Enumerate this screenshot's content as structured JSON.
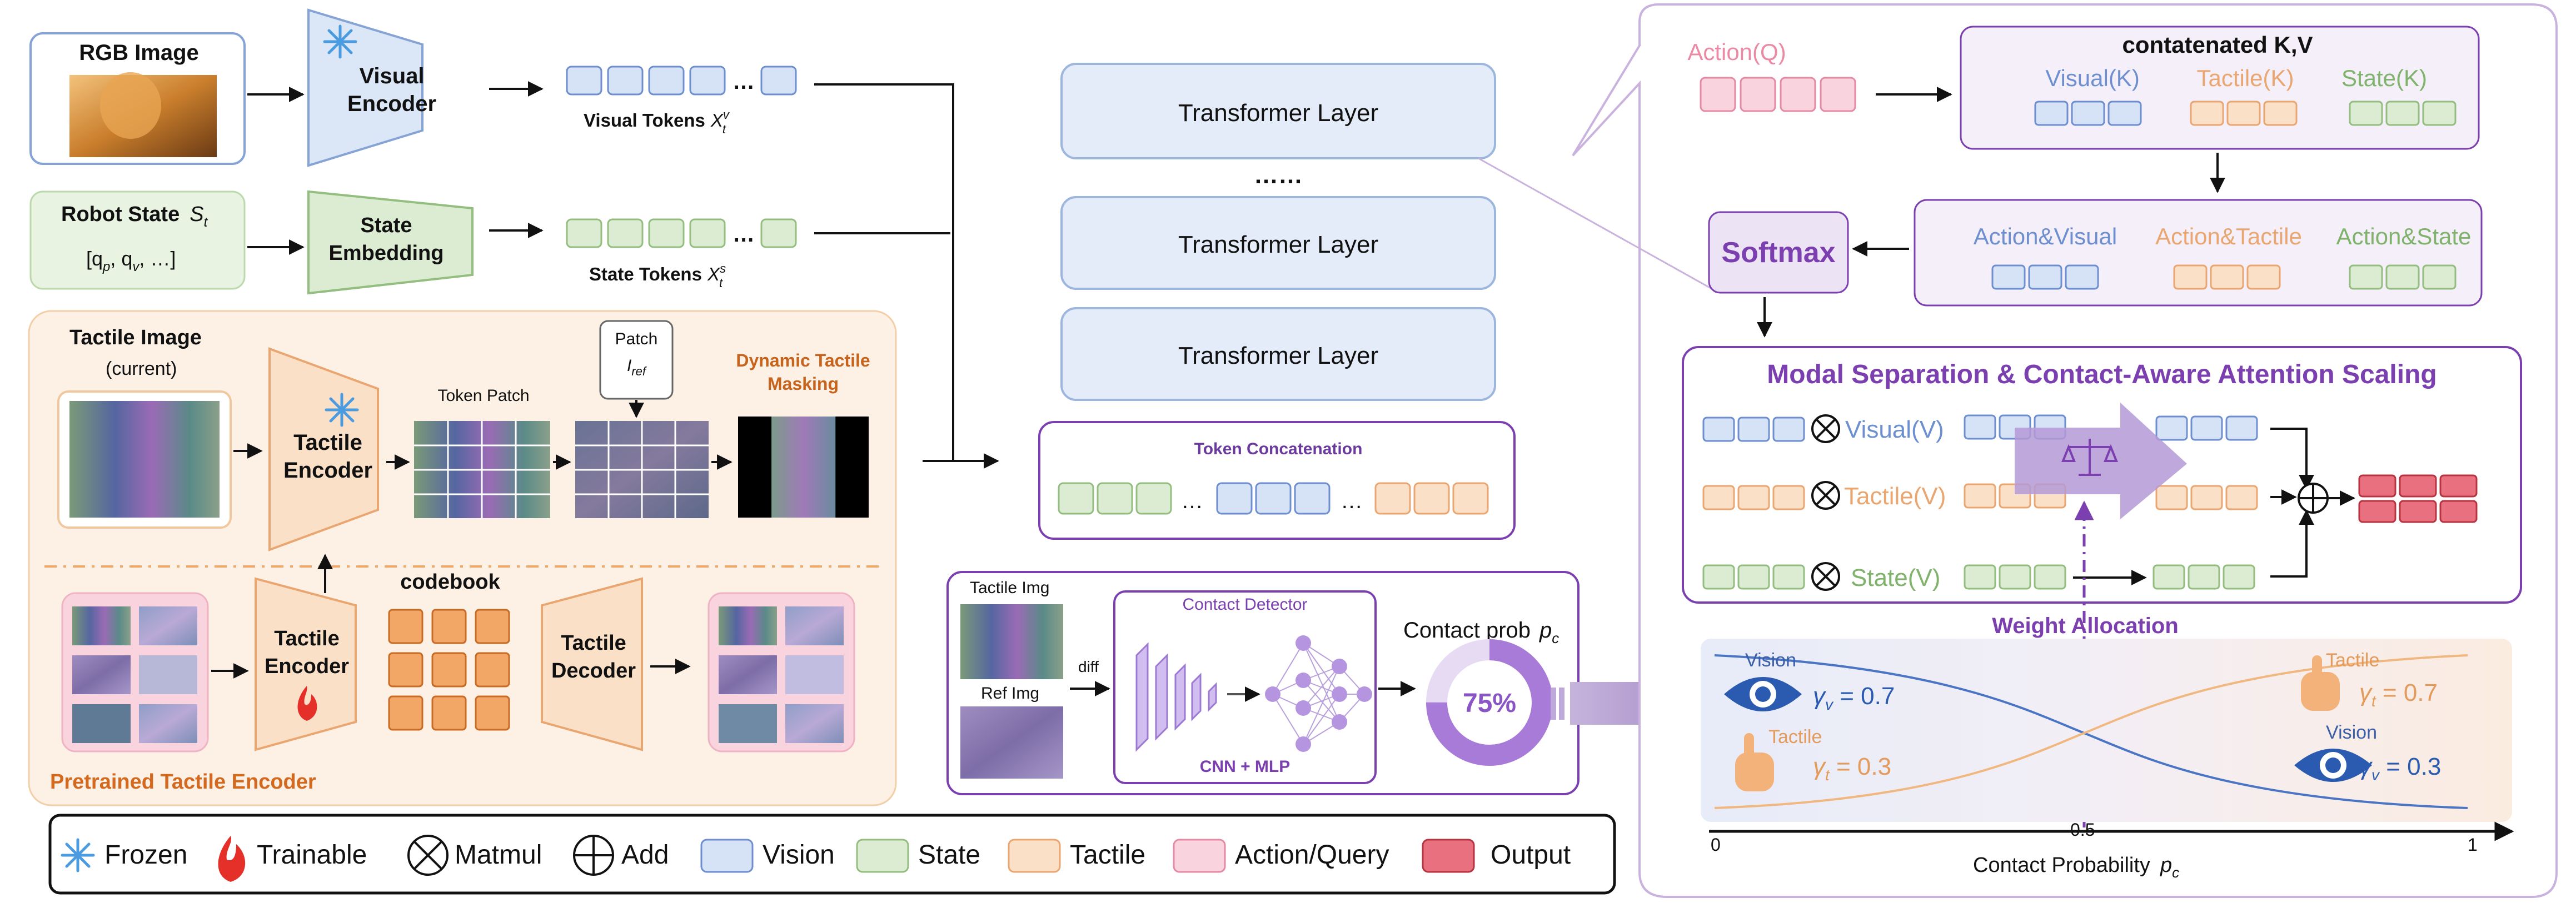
{
  "inputs": {
    "rgb_image": "RGB Image",
    "visual_encoder": [
      "Visual",
      "Encoder"
    ],
    "visual_tokens": "Visual Tokens",
    "visual_tokens_sym": "X",
    "visual_tokens_sup": "v",
    "visual_tokens_sub": "t",
    "robot_state": "Robot State",
    "robot_state_sym": "S",
    "robot_state_sub": "t",
    "robot_state_vec": "[q",
    "robot_state_vec_p": "p",
    "robot_state_vec_mid": ", q",
    "robot_state_vec_v": "v",
    "robot_state_vec_end": ", …]",
    "state_embedding": [
      "State",
      "Embedding"
    ],
    "state_tokens": "State Tokens",
    "state_tokens_sym": "X",
    "state_tokens_sup": "s",
    "state_tokens_sub": "t"
  },
  "tactile": {
    "tactile_image": "Tactile Image",
    "current": "(current)",
    "tactile_encoder": [
      "Tactile",
      "Encoder"
    ],
    "token_patch": "Token Patch",
    "patch": "Patch",
    "patch_sym": "I",
    "patch_sub": "ref",
    "dynamic_masking": [
      "Dynamic Tactile",
      "Masking"
    ],
    "codebook": "codebook",
    "tactile_decoder": [
      "Tactile",
      "Decoder"
    ],
    "pretrained": "Pretrained Tactile Encoder"
  },
  "transformer": {
    "layer": "Transformer Layer",
    "ellipsis": "……",
    "token_concat": "Token Concatenation",
    "dots": "…"
  },
  "contact": {
    "tactile_img": "Tactile Img",
    "ref_img": "Ref Img",
    "diff": "diff",
    "detector": "Contact Detector",
    "cnn_mlp": "CNN + MLP",
    "contact_prob": "Contact prob",
    "contact_prob_sym": "p",
    "contact_prob_sub": "c",
    "percent": "75%",
    "percent_value": 0.75
  },
  "attention": {
    "action_q": "Action(Q)",
    "concat_kv": "contatenated K,V",
    "visual_k": "Visual(K)",
    "tactile_k": "Tactile(K)",
    "state_k": "State(K)",
    "softmax": "Softmax",
    "action_visual": "Action&Visual",
    "action_tactile": "Action&Tactile",
    "action_state": "Action&State",
    "modal_sep": "Modal Separation & Contact-Aware Attention Scaling",
    "visual_v": "Visual(V)",
    "tactile_v": "Tactile(V)",
    "state_v": "State(V)",
    "weight_alloc": "Weight   Allocation"
  },
  "curve": {
    "vision_left": "Vision",
    "gamma_v_left": "γ",
    "gamma_v_left_sub": "v",
    "gamma_v_left_val": " = 0.7",
    "tactile_left": "Tactile",
    "gamma_t_left": "γ",
    "gamma_t_left_sub": "t",
    "gamma_t_left_val": " = 0.3",
    "tactile_right": "Tactile",
    "gamma_t_right": "γ",
    "gamma_t_right_sub": "t",
    "gamma_t_right_val": " = 0.7",
    "vision_right": "Vision",
    "gamma_v_right": "γ",
    "gamma_v_right_sub": "v",
    "gamma_v_right_val": " = 0.3",
    "tick_0": "0",
    "tick_05": "0.5",
    "tick_1": "1",
    "xlabel": "Contact Probability",
    "xlabel_sym": "p",
    "xlabel_sub": "c"
  },
  "legend": {
    "frozen": "Frozen",
    "trainable": "Trainable",
    "matmul": "Matmul",
    "add": "Add",
    "vision": "Vision",
    "state": "State",
    "tactile": "Tactile",
    "action_query": "Action/Query",
    "output": "Output"
  },
  "colors": {
    "vision": "#d6e2f5",
    "vision_stroke": "#6d8fd0",
    "state": "#dcecd3",
    "state_stroke": "#93be7f",
    "tactile": "#fbe0c8",
    "tactile_stroke": "#eaa670",
    "action": "#f9d3de",
    "action_stroke": "#e48aa4",
    "output": "#e9707e",
    "output_stroke": "#b6333f",
    "purple": "#7b3fb0"
  }
}
